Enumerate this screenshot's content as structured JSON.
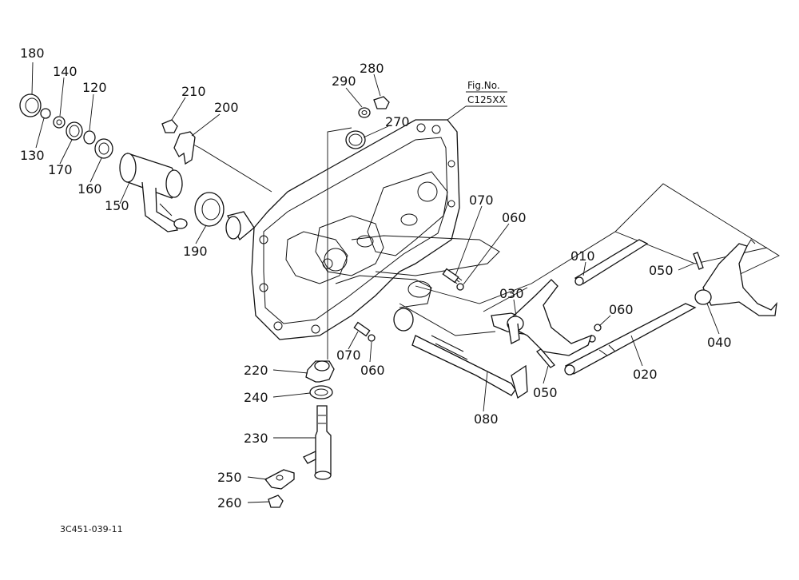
{
  "figure": {
    "fig_no_label": "Fig.No.",
    "fig_no_value": "C125XX",
    "drawing_code": "3C451-039-11"
  },
  "parts": [
    {
      "id": "180",
      "label": "180"
    },
    {
      "id": "140",
      "label": "140"
    },
    {
      "id": "120",
      "label": "120"
    },
    {
      "id": "130",
      "label": "130"
    },
    {
      "id": "170",
      "label": "170"
    },
    {
      "id": "160",
      "label": "160"
    },
    {
      "id": "150",
      "label": "150"
    },
    {
      "id": "190",
      "label": "190"
    },
    {
      "id": "210",
      "label": "210"
    },
    {
      "id": "200",
      "label": "200"
    },
    {
      "id": "290",
      "label": "290"
    },
    {
      "id": "280",
      "label": "280"
    },
    {
      "id": "270",
      "label": "270"
    },
    {
      "id": "070a",
      "label": "070"
    },
    {
      "id": "060a",
      "label": "060"
    },
    {
      "id": "010",
      "label": "010"
    },
    {
      "id": "050a",
      "label": "050"
    },
    {
      "id": "030",
      "label": "030"
    },
    {
      "id": "060b",
      "label": "060"
    },
    {
      "id": "040",
      "label": "040"
    },
    {
      "id": "020",
      "label": "020"
    },
    {
      "id": "050b",
      "label": "050"
    },
    {
      "id": "080",
      "label": "080"
    },
    {
      "id": "070b",
      "label": "070"
    },
    {
      "id": "060c",
      "label": "060"
    },
    {
      "id": "220",
      "label": "220"
    },
    {
      "id": "240",
      "label": "240"
    },
    {
      "id": "230",
      "label": "230"
    },
    {
      "id": "250",
      "label": "250"
    },
    {
      "id": "260",
      "label": "260"
    }
  ]
}
